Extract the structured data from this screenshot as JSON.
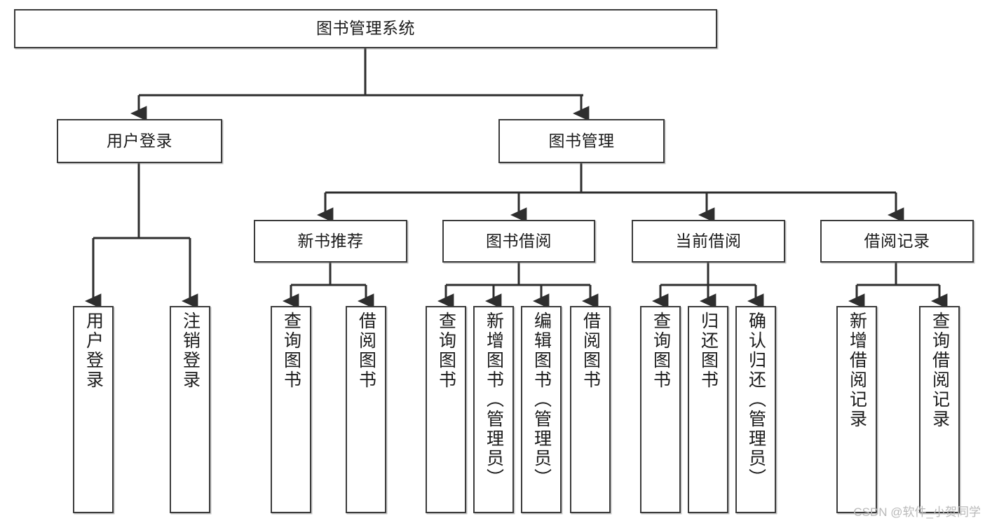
{
  "diagram": {
    "title": "图书管理系统",
    "type": "tree",
    "watermark": "CSDN @软件_小贺同学",
    "colors": {
      "box_border": "#3b3b3b",
      "box_fill": "#ffffff",
      "connector": "#2e2e2e",
      "text": "#1b1b1b",
      "watermark": "#b9b9b9"
    },
    "levels": {
      "level1": [
        {
          "id": "root",
          "label": "图书管理系统"
        }
      ],
      "level2": [
        {
          "id": "user-login",
          "label": "用户登录",
          "parent": "root"
        },
        {
          "id": "book-manage",
          "label": "图书管理",
          "parent": "root"
        }
      ],
      "level3": [
        {
          "id": "new-book-rec",
          "label": "新书推荐",
          "parent": "book-manage"
        },
        {
          "id": "book-borrow",
          "label": "图书借阅",
          "parent": "book-manage"
        },
        {
          "id": "current-borrow",
          "label": "当前借阅",
          "parent": "book-manage"
        },
        {
          "id": "borrow-record",
          "label": "借阅记录",
          "parent": "book-manage"
        }
      ],
      "leaves": [
        {
          "id": "leaf-user-login",
          "label": "用户登录",
          "parent": "user-login"
        },
        {
          "id": "leaf-logout",
          "label": "注销登录",
          "parent": "user-login"
        },
        {
          "id": "leaf-query-book-1",
          "label": "查询图书",
          "parent": "new-book-rec"
        },
        {
          "id": "leaf-borrow-book-1",
          "label": "借阅图书",
          "parent": "new-book-rec"
        },
        {
          "id": "leaf-query-book-2",
          "label": "查询图书",
          "parent": "book-borrow"
        },
        {
          "id": "leaf-add-book",
          "label": "新增图书（管理员）",
          "parent": "book-borrow"
        },
        {
          "id": "leaf-edit-book",
          "label": "编辑图书（管理员）",
          "parent": "book-borrow"
        },
        {
          "id": "leaf-borrow-book-2",
          "label": "借阅图书",
          "parent": "book-borrow"
        },
        {
          "id": "leaf-query-book-3",
          "label": "查询图书",
          "parent": "current-borrow"
        },
        {
          "id": "leaf-return-book",
          "label": "归还图书",
          "parent": "current-borrow"
        },
        {
          "id": "leaf-confirm-return",
          "label": "确认归还（管理员）",
          "parent": "current-borrow"
        },
        {
          "id": "leaf-add-record",
          "label": "新增借阅记录",
          "parent": "borrow-record"
        },
        {
          "id": "leaf-query-record",
          "label": "查询借阅记录",
          "parent": "borrow-record"
        }
      ]
    }
  }
}
